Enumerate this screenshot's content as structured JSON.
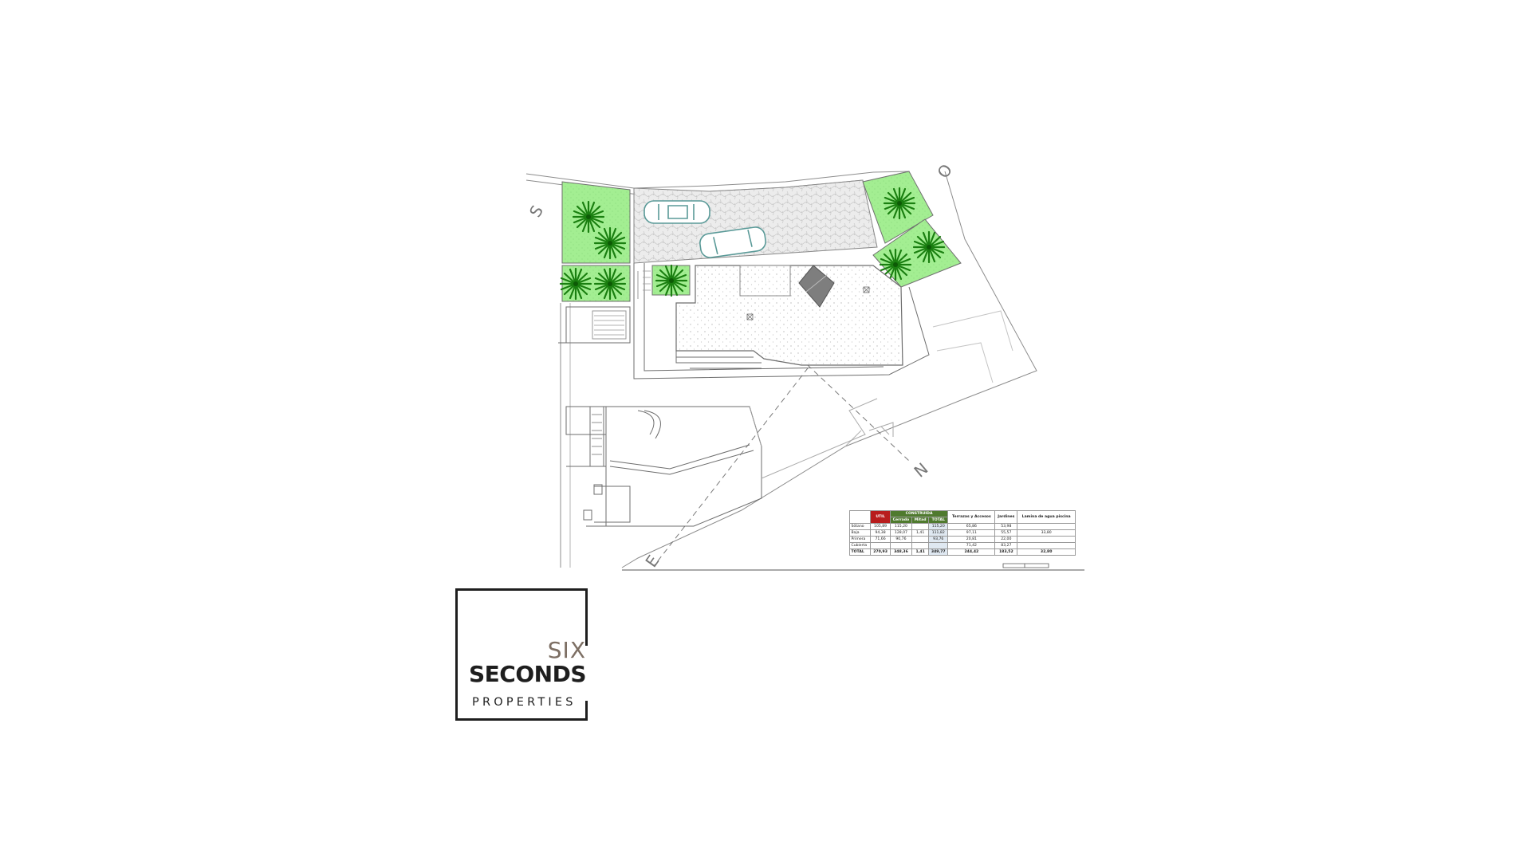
{
  "plan": {
    "compass": {
      "north": "N",
      "south": "S",
      "east": "E",
      "west": "O"
    }
  },
  "area_table": {
    "headers": {
      "util": "UTIL",
      "construida": "CONSTRUIDA",
      "cerrado": "Cerrado",
      "mitad": "Mitad",
      "total": "TOTAL",
      "terrazas": "Terrazas y Accesos",
      "jardines": "Jardines",
      "piscina": "Lamina de agua piscina"
    },
    "rows": [
      {
        "label": "Sótano",
        "util": "105,89",
        "cerrado": "115,20",
        "mitad": "",
        "total": "115,20",
        "terrazas": "65,86",
        "jardines": "53,98",
        "piscina": ""
      },
      {
        "label": "Baja",
        "util": "94,38",
        "cerrado": "128,07",
        "mitad": "1,41",
        "total": "111,82",
        "terrazas": "97,11",
        "jardines": "55,57",
        "piscina": "33,80"
      },
      {
        "label": "Primera",
        "util": "71,66",
        "cerrado": "90,76",
        "mitad": "",
        "total": "93,76",
        "terrazas": "20,81",
        "jardines": "22,00",
        "piscina": ""
      },
      {
        "label": "Cubierta",
        "util": "",
        "cerrado": "",
        "mitad": "",
        "total": "",
        "terrazas": "71,42",
        "jardines": "83,27",
        "piscina": ""
      }
    ],
    "total_row": {
      "label": "TOTAL",
      "util": "270,93",
      "cerrado": "348,36",
      "mitad": "1,41",
      "total": "349,77",
      "terrazas": "244,42",
      "jardines": "183,52",
      "piscina": "32,80"
    }
  },
  "logo": {
    "line1": "SIX",
    "line2": "SECONDS",
    "line3": "PROPERTIES"
  },
  "colors": {
    "garden": "#9eea8f",
    "palm": "#1f8a12",
    "hatch": "#dcdcdc",
    "line": "#8a8a8a",
    "util_red": "#b81d1d",
    "const_green": "#4f7a2e"
  }
}
